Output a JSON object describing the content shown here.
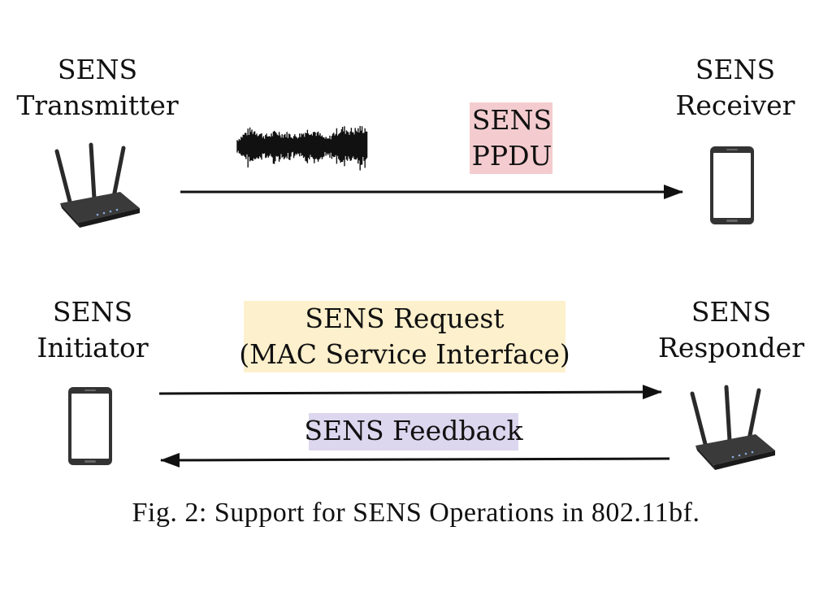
{
  "top_row": {
    "left_label": [
      "SENS",
      "Transmitter"
    ],
    "right_label": [
      "SENS",
      "Receiver"
    ],
    "arrow_label": [
      "SENS",
      "PPDU"
    ],
    "arrow_label_color": "#f4cccf",
    "left_icon": "wifi-router-icon",
    "right_icon": "smartphone-icon"
  },
  "bottom_row": {
    "left_label": [
      "SENS",
      "Initiator"
    ],
    "right_label": [
      "SENS",
      "Responder"
    ],
    "request_label": [
      "SENS Request",
      "(MAC Service Interface)"
    ],
    "request_label_color": "#fdf0cc",
    "feedback_label": "SENS Feedback",
    "feedback_label_color": "#dcd6ee",
    "left_icon": "smartphone-icon",
    "right_icon": "wifi-router-icon"
  },
  "caption": "Fig. 2: Support for SENS Operations in 802.11bf."
}
